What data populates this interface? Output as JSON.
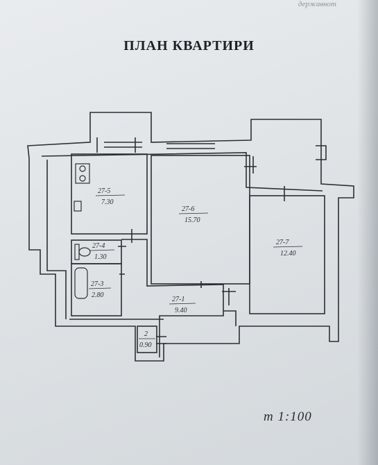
{
  "header": {
    "top_text": "державнот",
    "title": "ПЛАН КВАРТИРИ"
  },
  "rooms": [
    {
      "id": "27-5",
      "area": "7.30"
    },
    {
      "id": "27-6",
      "area": "15.70"
    },
    {
      "id": "27-7",
      "area": "12.40"
    },
    {
      "id": "27-4",
      "area": "1.30"
    },
    {
      "id": "27-3",
      "area": "2.80"
    },
    {
      "id": "27-1",
      "area": "9.40"
    },
    {
      "id": "2",
      "area": "0.90"
    }
  ],
  "footer": {
    "scale": "m 1:100"
  },
  "colors": {
    "paper": "#e6e9ec",
    "ink": "#2a2e33"
  }
}
